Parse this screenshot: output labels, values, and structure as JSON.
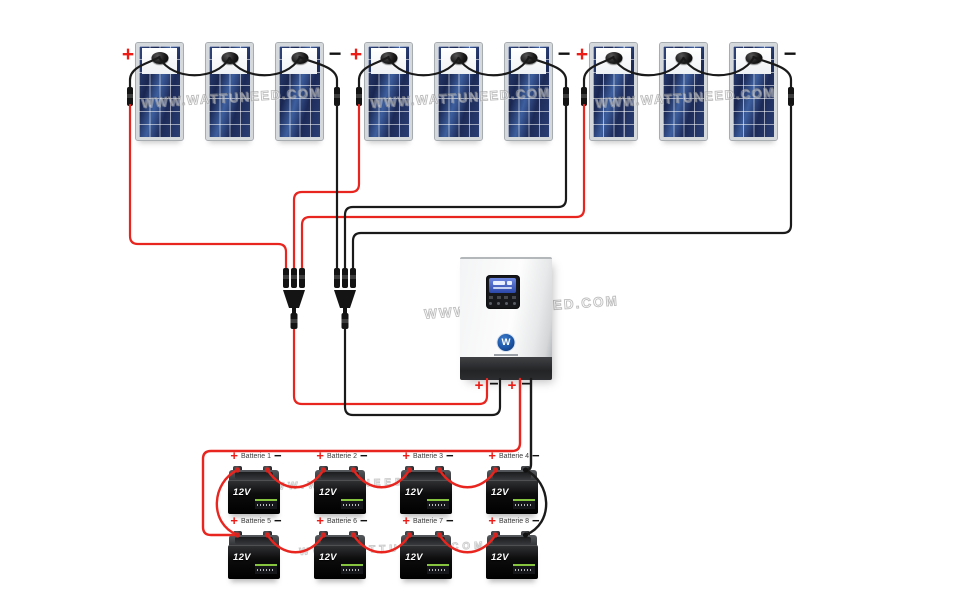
{
  "watermark": "WWW.WATTUNEED.COM",
  "solar": {
    "groups": [
      {
        "plus": "+",
        "minus": "−"
      },
      {
        "plus": "+",
        "minus": "−"
      },
      {
        "plus": "+",
        "minus": "−"
      }
    ]
  },
  "inverter": {
    "terminals": [
      {
        "label": "+"
      },
      {
        "label": "−"
      },
      {
        "label": "+"
      },
      {
        "label": "−"
      }
    ]
  },
  "batteries": [
    {
      "label": "Batterie 1",
      "voltage": "12V",
      "plus": "+",
      "minus": "−"
    },
    {
      "label": "Batterie 2",
      "voltage": "12V",
      "plus": "+",
      "minus": "−"
    },
    {
      "label": "Batterie 3",
      "voltage": "12V",
      "plus": "+",
      "minus": "−"
    },
    {
      "label": "Batterie 4",
      "voltage": "12V",
      "plus": "+",
      "minus": "−"
    },
    {
      "label": "Batterie 5",
      "voltage": "12V",
      "plus": "+",
      "minus": "−"
    },
    {
      "label": "Batterie 6",
      "voltage": "12V",
      "plus": "+",
      "minus": "−"
    },
    {
      "label": "Batterie 7",
      "voltage": "12V",
      "plus": "+",
      "minus": "−"
    },
    {
      "label": "Batterie 8",
      "voltage": "12V",
      "plus": "+",
      "minus": "−"
    }
  ],
  "colors": {
    "wire_red": "#e8251f",
    "wire_black": "#1a1a1a",
    "panel_blue": "#22356d",
    "battery_black": "#121213",
    "label_green": "#86c440",
    "lcd_blue": "#3a57b5"
  }
}
